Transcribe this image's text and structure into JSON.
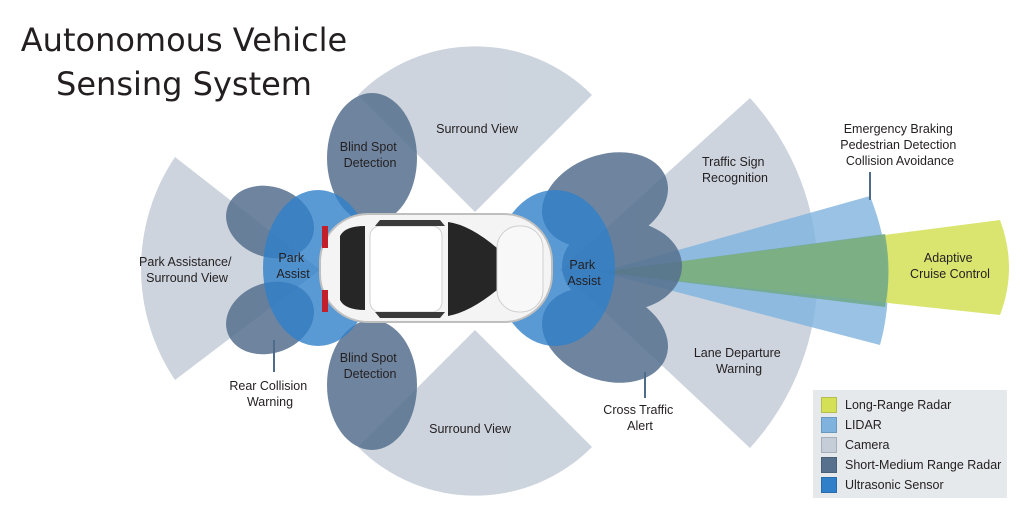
{
  "title": {
    "line1": "Autonomous Vehicle",
    "line2": "Sensing System"
  },
  "colors": {
    "long_range_radar": "#d4e157",
    "lidar": "#7fb3de",
    "camera": "#c4cdd8",
    "short_medium_radar": "#56708e",
    "ultrasonic": "#2f7fc9",
    "label_line": "#4f6b8a"
  },
  "labels": {
    "surround_view_top": "Surround View",
    "surround_view_bottom": "Surround View",
    "blind_spot_top": [
      "Blind Spot",
      "Detection"
    ],
    "blind_spot_bottom": [
      "Blind Spot",
      "Detection"
    ],
    "park_assist_rear": [
      "Park",
      "Assist"
    ],
    "park_assist_front": [
      "Park",
      "Assist"
    ],
    "park_assistance_surround": [
      "Park Assistance/",
      "Surround View"
    ],
    "rear_collision": [
      "Rear Collision",
      "Warning"
    ],
    "traffic_sign": [
      "Traffic Sign",
      "Recognition"
    ],
    "lane_departure": [
      "Lane Departure",
      "Warning"
    ],
    "cross_traffic": [
      "Cross Traffic",
      "Alert"
    ],
    "emergency_braking": [
      "Emergency Braking",
      "Pedestrian Detection",
      "Collision Avoidance"
    ],
    "adaptive_cruise": [
      "Adaptive",
      "Cruise Control"
    ]
  },
  "legend": [
    {
      "label": "Long-Range Radar",
      "color": "#d4e157"
    },
    {
      "label": "LIDAR",
      "color": "#7fb3de"
    },
    {
      "label": "Camera",
      "color": "#c4cdd8"
    },
    {
      "label": "Short-Medium Range Radar",
      "color": "#56708e"
    },
    {
      "label": "Ultrasonic Sensor",
      "color": "#2f7fc9"
    }
  ]
}
